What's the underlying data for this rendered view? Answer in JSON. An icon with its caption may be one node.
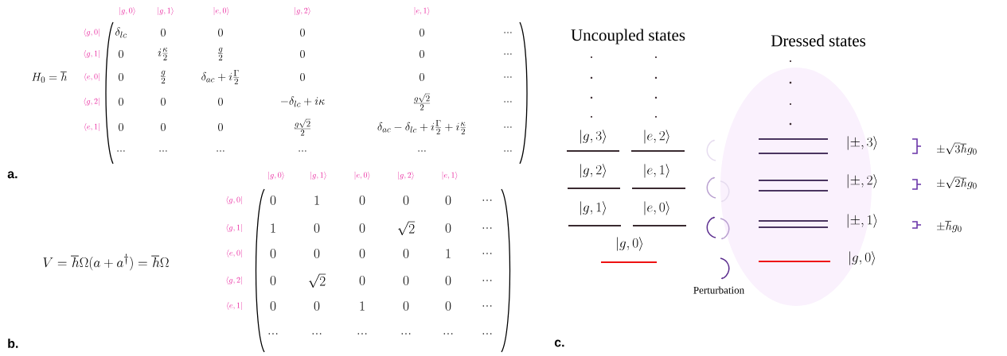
{
  "diagram": {
    "labels": [
      "|g,0\\rangle",
      "|g,1\\rangle",
      "|e,0\\rangle",
      "|g,2\\rangle",
      "|e,1\\rangle",
      "H_0=\\hbar",
      "\\langle g,0|",
      "\\delta_{lc}",
      "0",
      "0",
      "0",
      "0",
      "...",
      "\\langle g,1|",
      "0",
      "i\\frac{\\kappa}{2}",
      "\\frac{g}{2}",
      "0",
      "0",
      "...",
      "\\langle e,0|",
      "0",
      "\\frac{g}{2}",
      "\\delta_{ac}+i\\frac{\\Gamma}{2}",
      "0",
      "0",
      "...",
      "\\langle g,2|",
      "0",
      "0",
      "0",
      "-\\delta_{lc}+i\\kappa",
      "\\frac{g\\sqrt{2}}{2}",
      "...",
      "\\langle e,1|",
      "0",
      "0",
      "0",
      "\\frac{g\\sqrt{2}}{2}",
      "\\delta_{ac}-\\delta_{lc}+i\\frac{\\Gamma}{2}+i\\frac{\\kappa}{2}",
      "...",
      "...",
      "...",
      "...",
      "...",
      "...",
      "...",
      "a.",
      "|g,0\\rangle",
      "|g,1\\rangle",
      "|e,0\\rangle",
      "|g,2\\rangle",
      "|e,1\\rangle",
      "V=\\hbar\\Omega(a+a^{\\dagger})=\\hbar\\Omega",
      "\\langle g,0|",
      "0",
      "1",
      "0",
      "0",
      "0",
      "...",
      "\\langle g,1|",
      "1",
      "0",
      "0",
      "\\sqrt{2}",
      "0",
      "...",
      "\\langle e,0|",
      "0",
      "0",
      "0",
      "0",
      "1",
      "...",
      "\\langle g,2|",
      "0",
      "\\sqrt{2}",
      "0",
      "0",
      "0",
      "...",
      "\\langle e,1|",
      "0",
      "0",
      "1",
      "0",
      "0",
      "...",
      "...",
      "...",
      "...",
      "...",
      "...",
      "...",
      "b.",
      "Uncoupled states",
      "Dressed states",
      "|g,3\\rangle",
      "|e,2\\rangle",
      "|g,2\\rangle",
      "|e,1\\rangle",
      "|g,1\\rangle",
      "|e,0\\rangle",
      "|g,0\\rangle",
      "|\\pm,3\\rangle",
      "\\pm\\sqrt{3}\\hbar g_0",
      "|\\pm,2\\rangle",
      "\\pm\\sqrt{2}\\hbar g_0",
      "|\\pm,1\\rangle",
      "\\pm\\hbar g_0",
      "|g,0\\rangle",
      "Perturbation",
      "c."
    ]
  }
}
